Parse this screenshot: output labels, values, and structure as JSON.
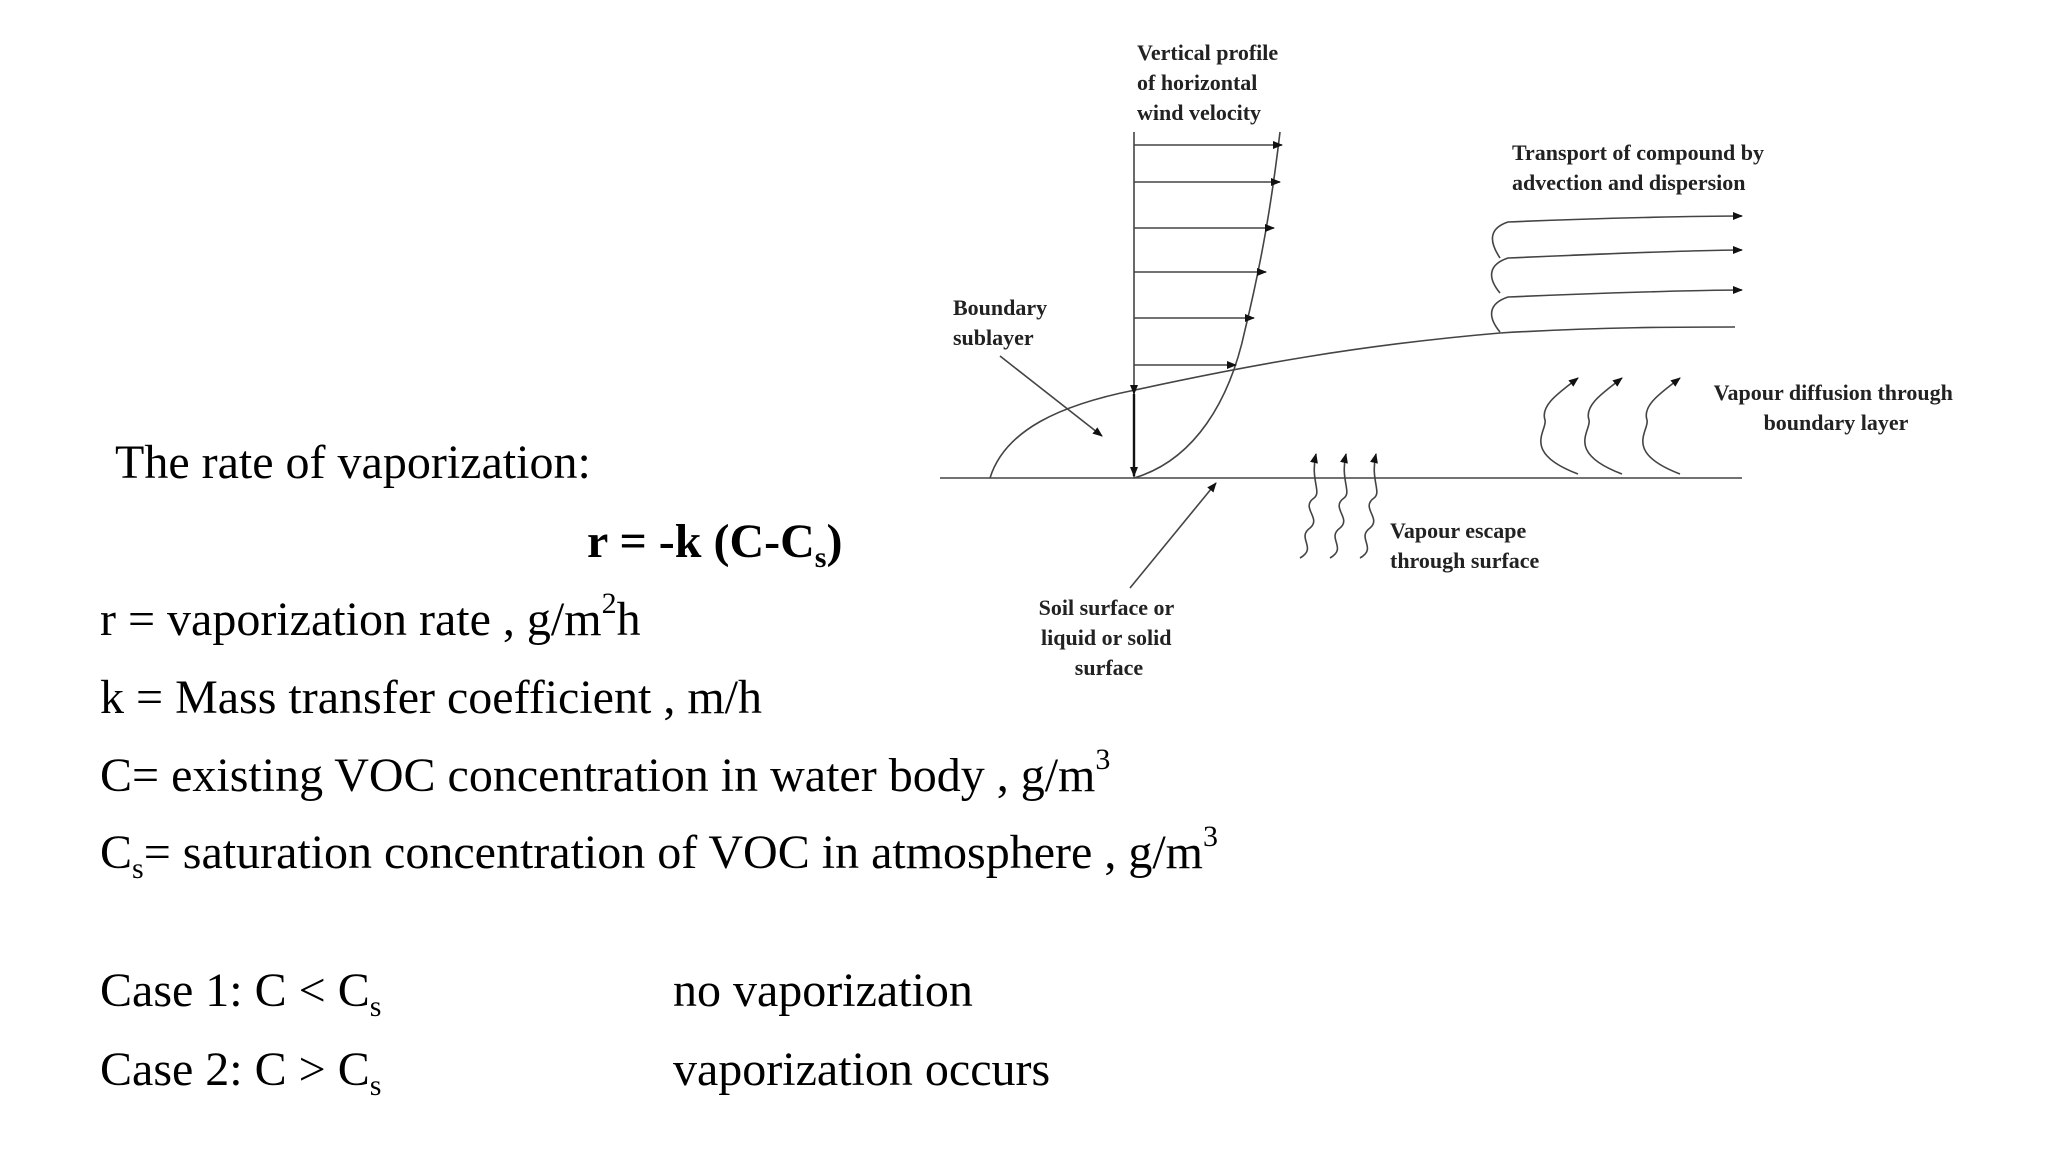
{
  "slide": {
    "heading": "The rate of vaporization:",
    "formula": {
      "prefix": "r = -k (C-C",
      "sub": "s",
      "suffix": ")"
    },
    "definitions": [
      {
        "lhs": "r = vaporization rate , g/m",
        "sup": "2",
        "tail": "h"
      },
      {
        "text": "k = Mass transfer coefficient , m/h"
      },
      {
        "lhs": "C= existing VOC concentration in water body , g/m",
        "sup": "3"
      },
      {
        "pre": "C",
        "sub": "s",
        "lhs": "= saturation concentration of VOC in atmosphere , g/m",
        "sup": "3"
      }
    ],
    "cases": [
      {
        "label": "Case 1: C < C",
        "sub": "s",
        "result": "no vaporization"
      },
      {
        "label": "Case 2: C > C",
        "sub": "s",
        "result": "vaporization occurs"
      }
    ]
  },
  "diagram": {
    "labels": {
      "wind_profile": [
        "Vertical profile",
        "of horizontal",
        "wind velocity"
      ],
      "transport": [
        "Transport of compound by",
        "advection and dispersion"
      ],
      "boundary_sublayer": [
        "Boundary",
        "sublayer"
      ],
      "vapour_diffusion": [
        "Vapour diffusion through",
        "boundary layer"
      ],
      "vapour_escape": [
        "Vapour escape",
        "through surface"
      ],
      "soil_surface": [
        "Soil surface or",
        "liquid or solid",
        "surface"
      ]
    }
  }
}
